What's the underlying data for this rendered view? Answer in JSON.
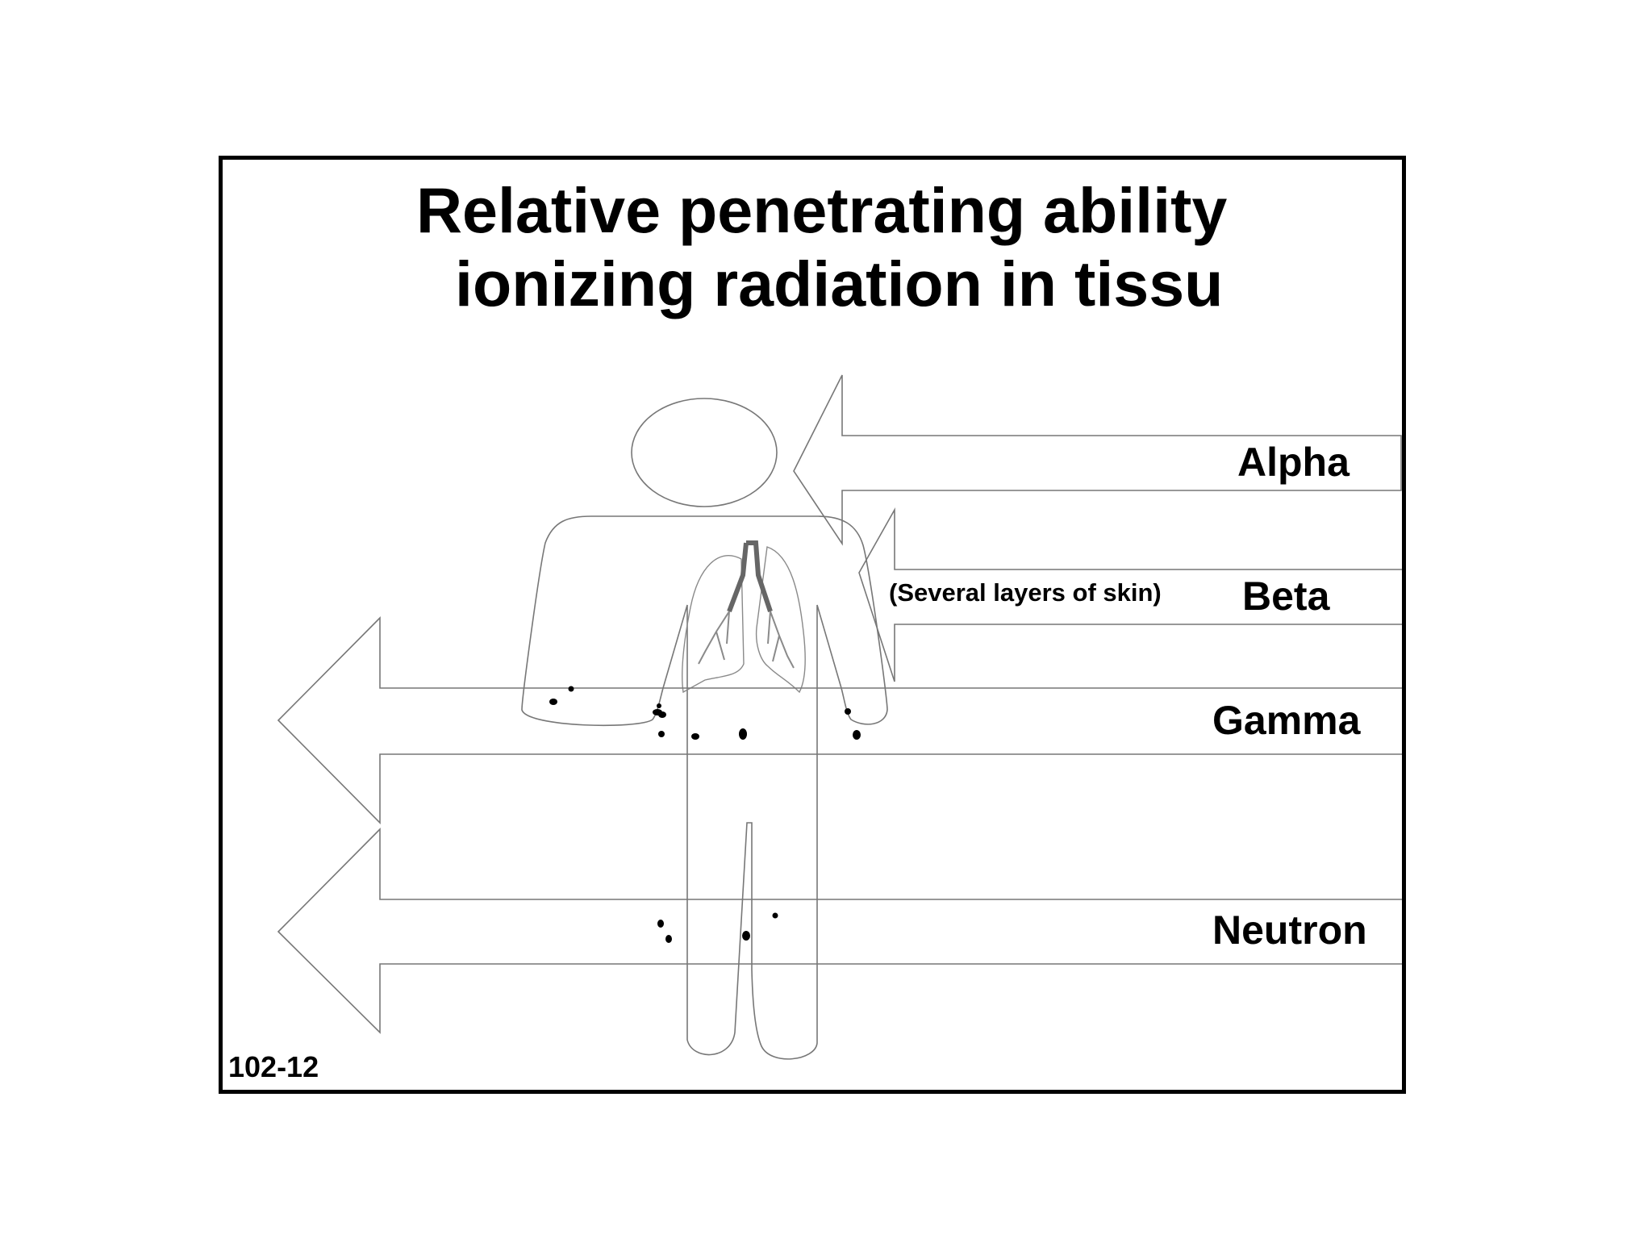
{
  "title": {
    "line1": "Relative penetrating ability",
    "line2": "ionizing radiation in tissu"
  },
  "radiation_types": [
    {
      "label": "Alpha"
    },
    {
      "label": "Beta"
    },
    {
      "label": "Gamma"
    },
    {
      "label": "Neutron"
    }
  ],
  "beta_note": "(Several layers of skin)",
  "plate_id": "102-12",
  "colors": {
    "line": "#777777",
    "text": "#000000",
    "frame": "#000000",
    "lung": "#8a8a8a"
  }
}
